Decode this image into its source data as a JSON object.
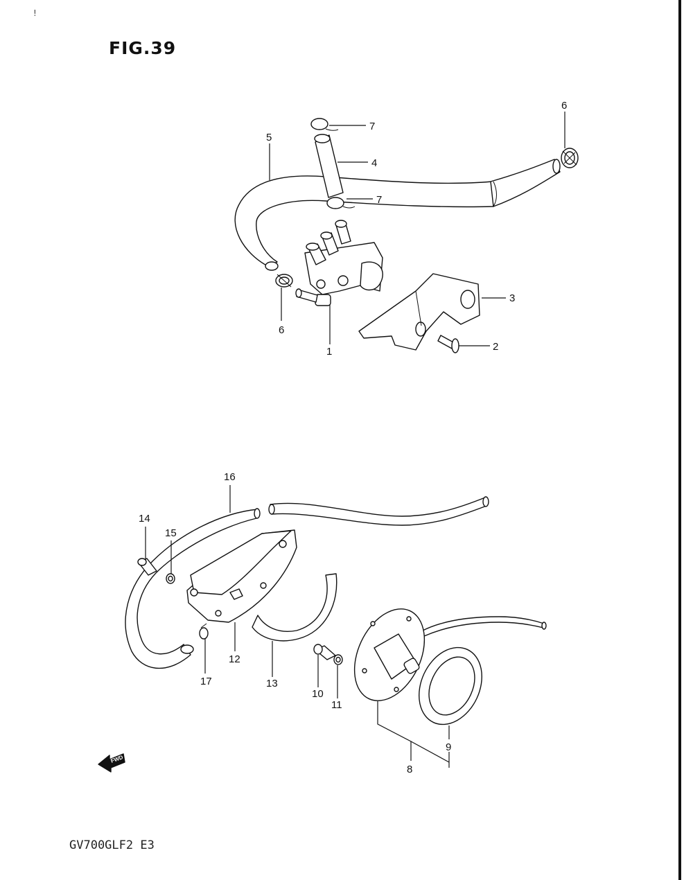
{
  "figure_title": "FIG.39",
  "model_code": "GV700GLF2 E3",
  "corner_mark": "!",
  "fwd_label": "FWD",
  "callouts": {
    "c1": "1",
    "c2": "2",
    "c3": "3",
    "c4": "4",
    "c5": "5",
    "c6a": "6",
    "c6b": "6",
    "c7a": "7",
    "c7b": "7",
    "c8": "8",
    "c9": "9",
    "c10": "10",
    "c11": "11",
    "c12": "12",
    "c13": "13",
    "c14": "14",
    "c15": "15",
    "c16": "16",
    "c17": "17"
  }
}
